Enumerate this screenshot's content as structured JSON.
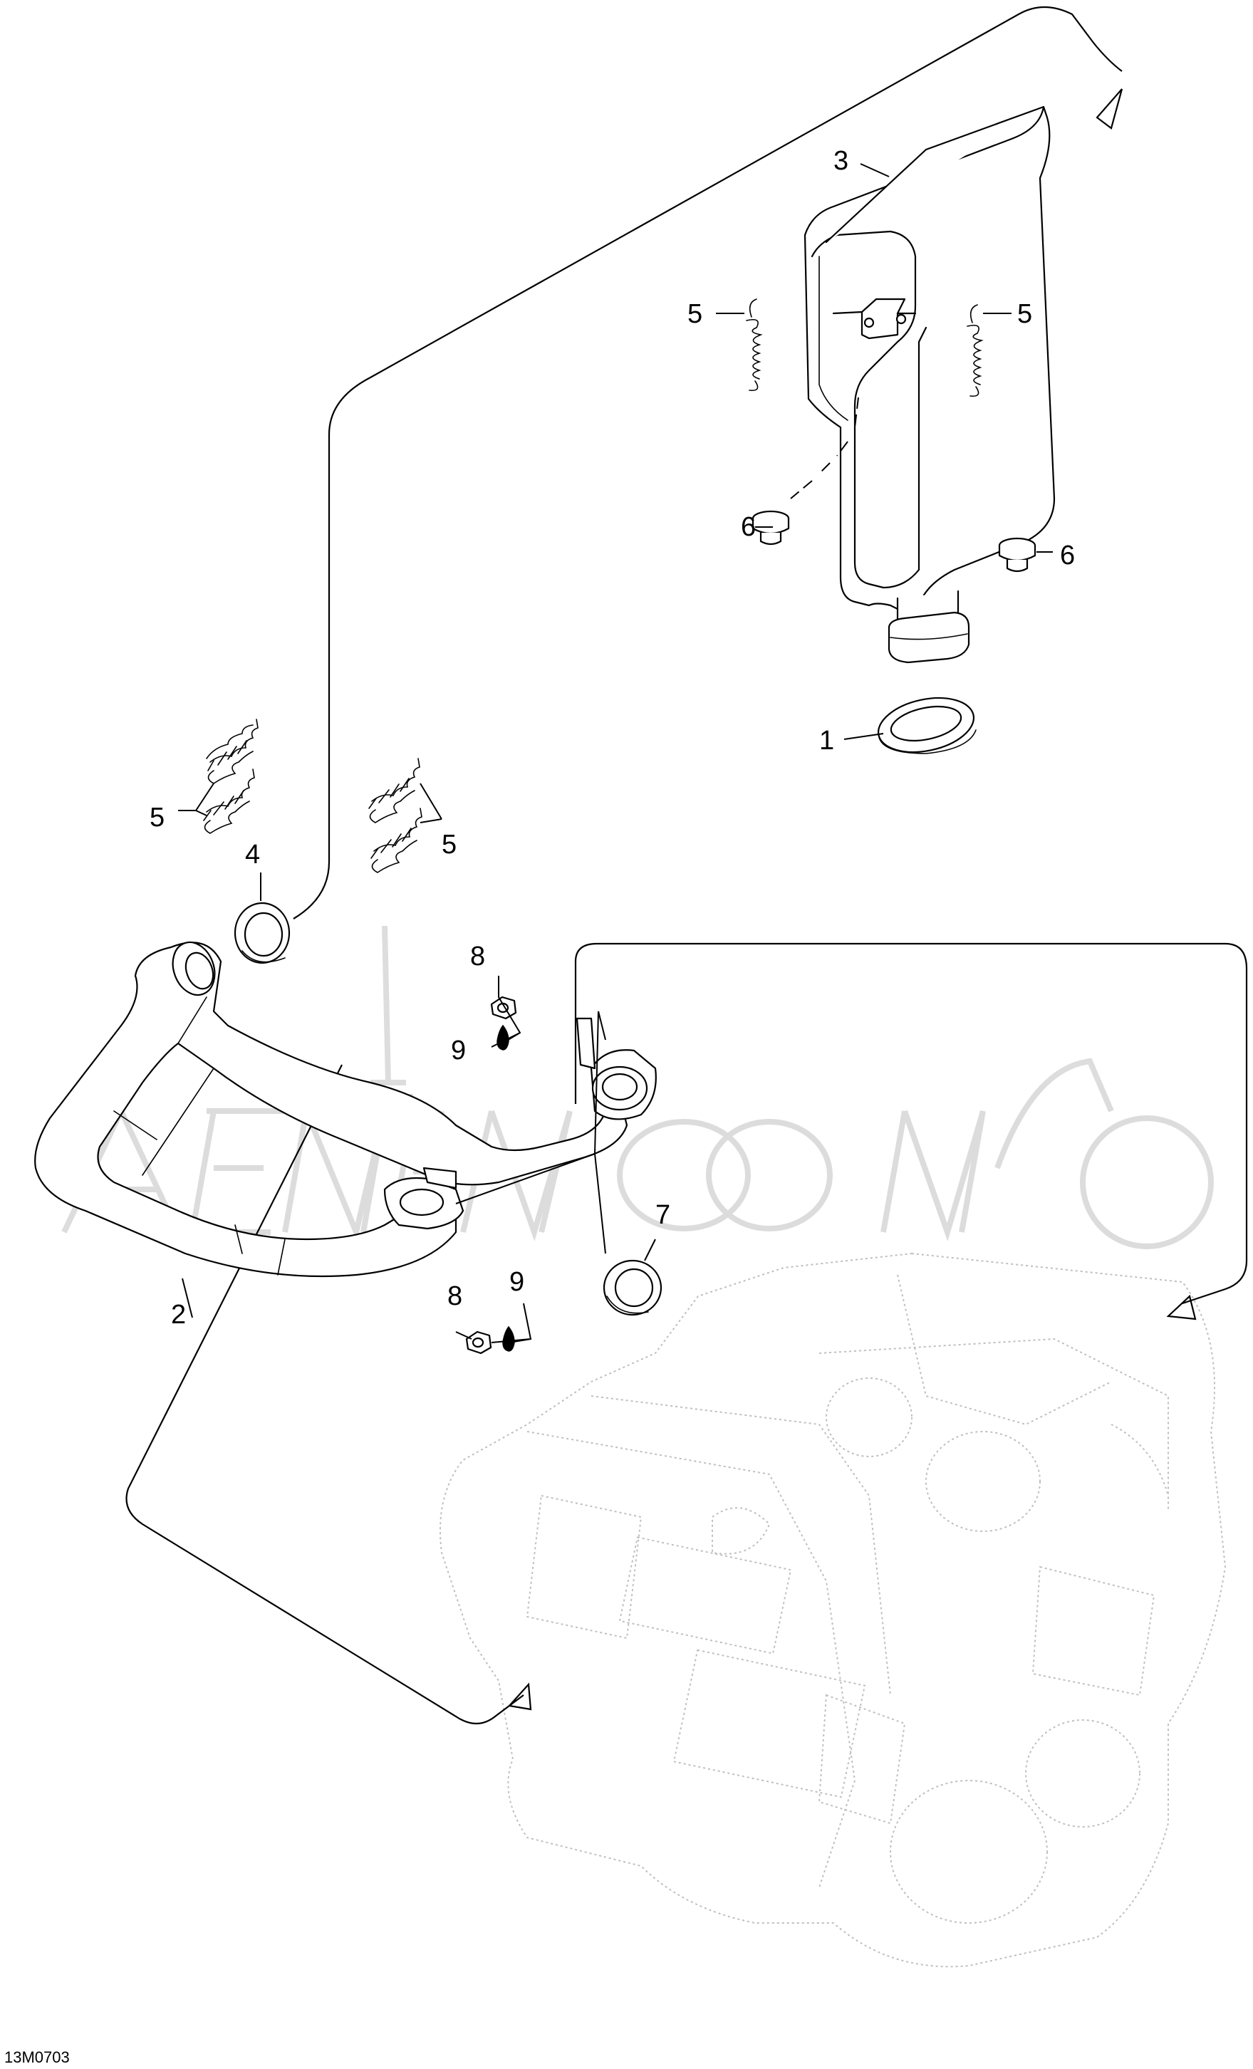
{
  "diagram": {
    "drawing_code": "13M0703",
    "callouts": [
      {
        "key": "c1",
        "label": "1"
      },
      {
        "key": "c2",
        "label": "2"
      },
      {
        "key": "c3",
        "label": "3"
      },
      {
        "key": "c4",
        "label": "4"
      },
      {
        "key": "c5a",
        "label": "5"
      },
      {
        "key": "c5b",
        "label": "5"
      },
      {
        "key": "c5c",
        "label": "5"
      },
      {
        "key": "c5d",
        "label": "5"
      },
      {
        "key": "c6a",
        "label": "6"
      },
      {
        "key": "c6b",
        "label": "6"
      },
      {
        "key": "c7",
        "label": "7"
      },
      {
        "key": "c8a",
        "label": "8"
      },
      {
        "key": "c8b",
        "label": "8"
      },
      {
        "key": "c9a",
        "label": "9"
      },
      {
        "key": "c9b",
        "label": "9"
      }
    ]
  }
}
